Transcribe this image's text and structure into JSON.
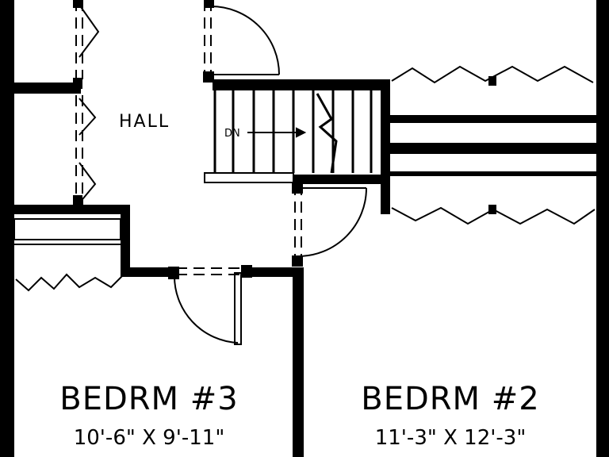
{
  "plan": {
    "hall_label": "HALL",
    "stair_label": "DN",
    "rooms": [
      {
        "name": "BEDRM #3",
        "dimensions": "10'-6\" X 9'-11\""
      },
      {
        "name": "BEDRM #2",
        "dimensions": "11'-3\" X 12'-3\""
      }
    ]
  }
}
